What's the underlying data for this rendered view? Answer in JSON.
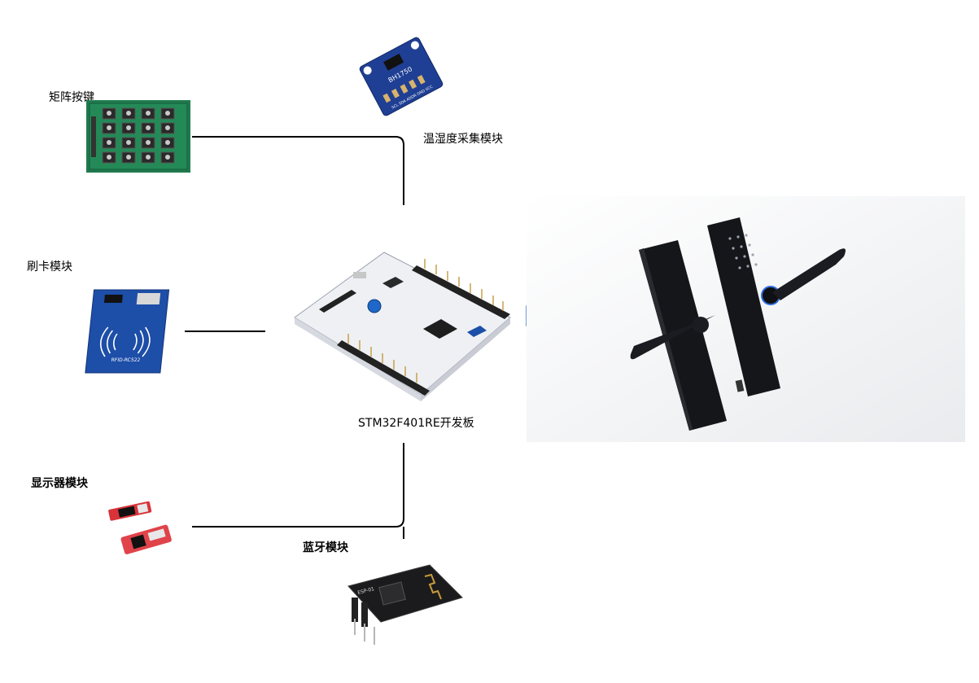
{
  "labels": {
    "keypad": "矩阵按键",
    "sensor": "温湿度采集模块",
    "rfid": "刷卡模块",
    "board": "STM32F401RE开发板",
    "display": "显示器模块",
    "bluetooth": "蓝牙模块"
  },
  "silkscreen": {
    "sensor_chip": "BH1750",
    "sensor_pins": "SCL SDA ADDR GND VCC",
    "rfid_chip": "RFID-RC522",
    "wifi_chip": "ESP-01"
  },
  "colors": {
    "connector": "#000000",
    "arrow_fill": "#dbe6f5",
    "arrow_stroke": "#4a7cc4",
    "pcb_blue": "#1f3f94",
    "keypad_green": "#1f7a4d",
    "lock_black": "#15161a"
  }
}
